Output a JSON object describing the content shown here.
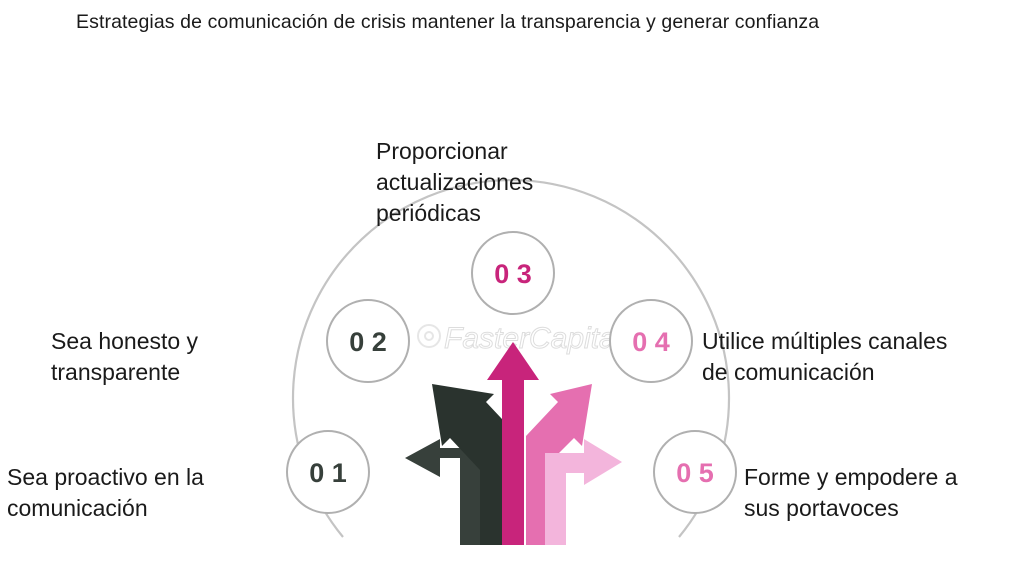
{
  "title": "Estrategias de comunicación de crisis mantener la transparencia y generar confianza",
  "watermark": "FasterCapital",
  "colors": {
    "dark": "#37403b",
    "darker": "#2a332e",
    "magenta": "#c8247b",
    "pink": "#e56fb0",
    "lightpink": "#f3b5dc",
    "circle_stroke": "#b0b0b0",
    "arc_stroke": "#c4c4c4"
  },
  "steps": [
    {
      "number": "0 1",
      "line1": "Sea proactivo en la",
      "line2": "comunicación",
      "color": "#37403b"
    },
    {
      "number": "0 2",
      "line1": "Sea honesto y",
      "line2": "transparente",
      "color": "#37403b"
    },
    {
      "number": "0 3",
      "line1": "Proporcionar",
      "line2": "actualizaciones",
      "line3": "periódicas",
      "color": "#c8247b"
    },
    {
      "number": "0 4",
      "line1": "Utilice múltiples canales",
      "line2": "de comunicación",
      "color": "#e56fb0"
    },
    {
      "number": "0 5",
      "line1": "Forme y empodere a",
      "line2": "sus portavoces",
      "color": "#e56fb0"
    }
  ]
}
